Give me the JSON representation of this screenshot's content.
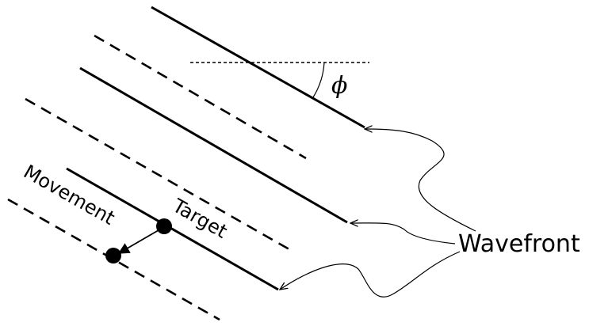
{
  "labels": {
    "angle": "ϕ",
    "target": "Target",
    "movement": "Movement",
    "wavefront": "Wavefront"
  },
  "colors": {
    "ink": "#000000",
    "background": "#ffffff"
  }
}
